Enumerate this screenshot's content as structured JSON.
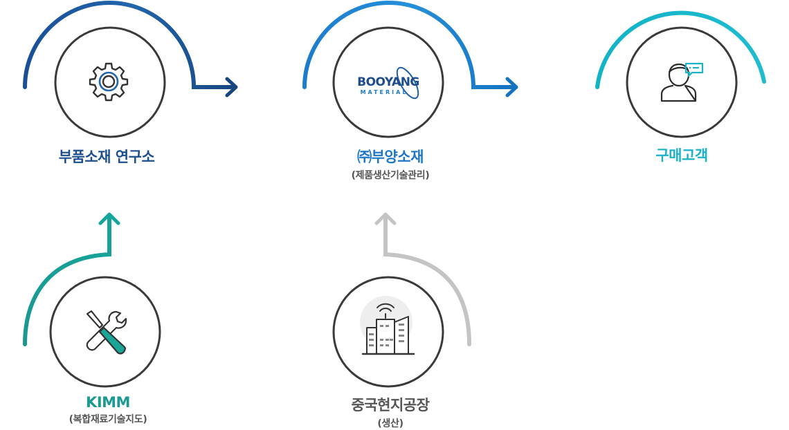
{
  "nodes": {
    "research": {
      "title": "부품소재 연구소",
      "color": "#1d4e8f"
    },
    "booyang": {
      "title": "㈜부양소재",
      "subtitle": "(제품생산기술관리)",
      "color": "#1e76c8",
      "logo_main": "BOOYANG",
      "logo_sub": "MATERIAL"
    },
    "customer": {
      "title": "구매고객",
      "color": "#1bb2c9"
    },
    "kimm": {
      "title": "KIMM",
      "subtitle": "(복합재료기술지도)",
      "color": "#1a9a92"
    },
    "china": {
      "title": "중국현지공장",
      "subtitle": "(생산)",
      "color": "#555555"
    }
  },
  "icons": {
    "research": "gear-icon",
    "booyang": "booyang-logo",
    "customer": "customer-chat-icon",
    "kimm": "tools-icon",
    "china": "factory-icon"
  },
  "colors": {
    "arc_research": "#1d4e8f",
    "arc_booyang": "#1e84d0",
    "arc_customer": "#16b8cc",
    "arc_kimm": "#18a095",
    "arc_china": "#c4c4c4",
    "circle_stroke": "#3a3a3a"
  }
}
